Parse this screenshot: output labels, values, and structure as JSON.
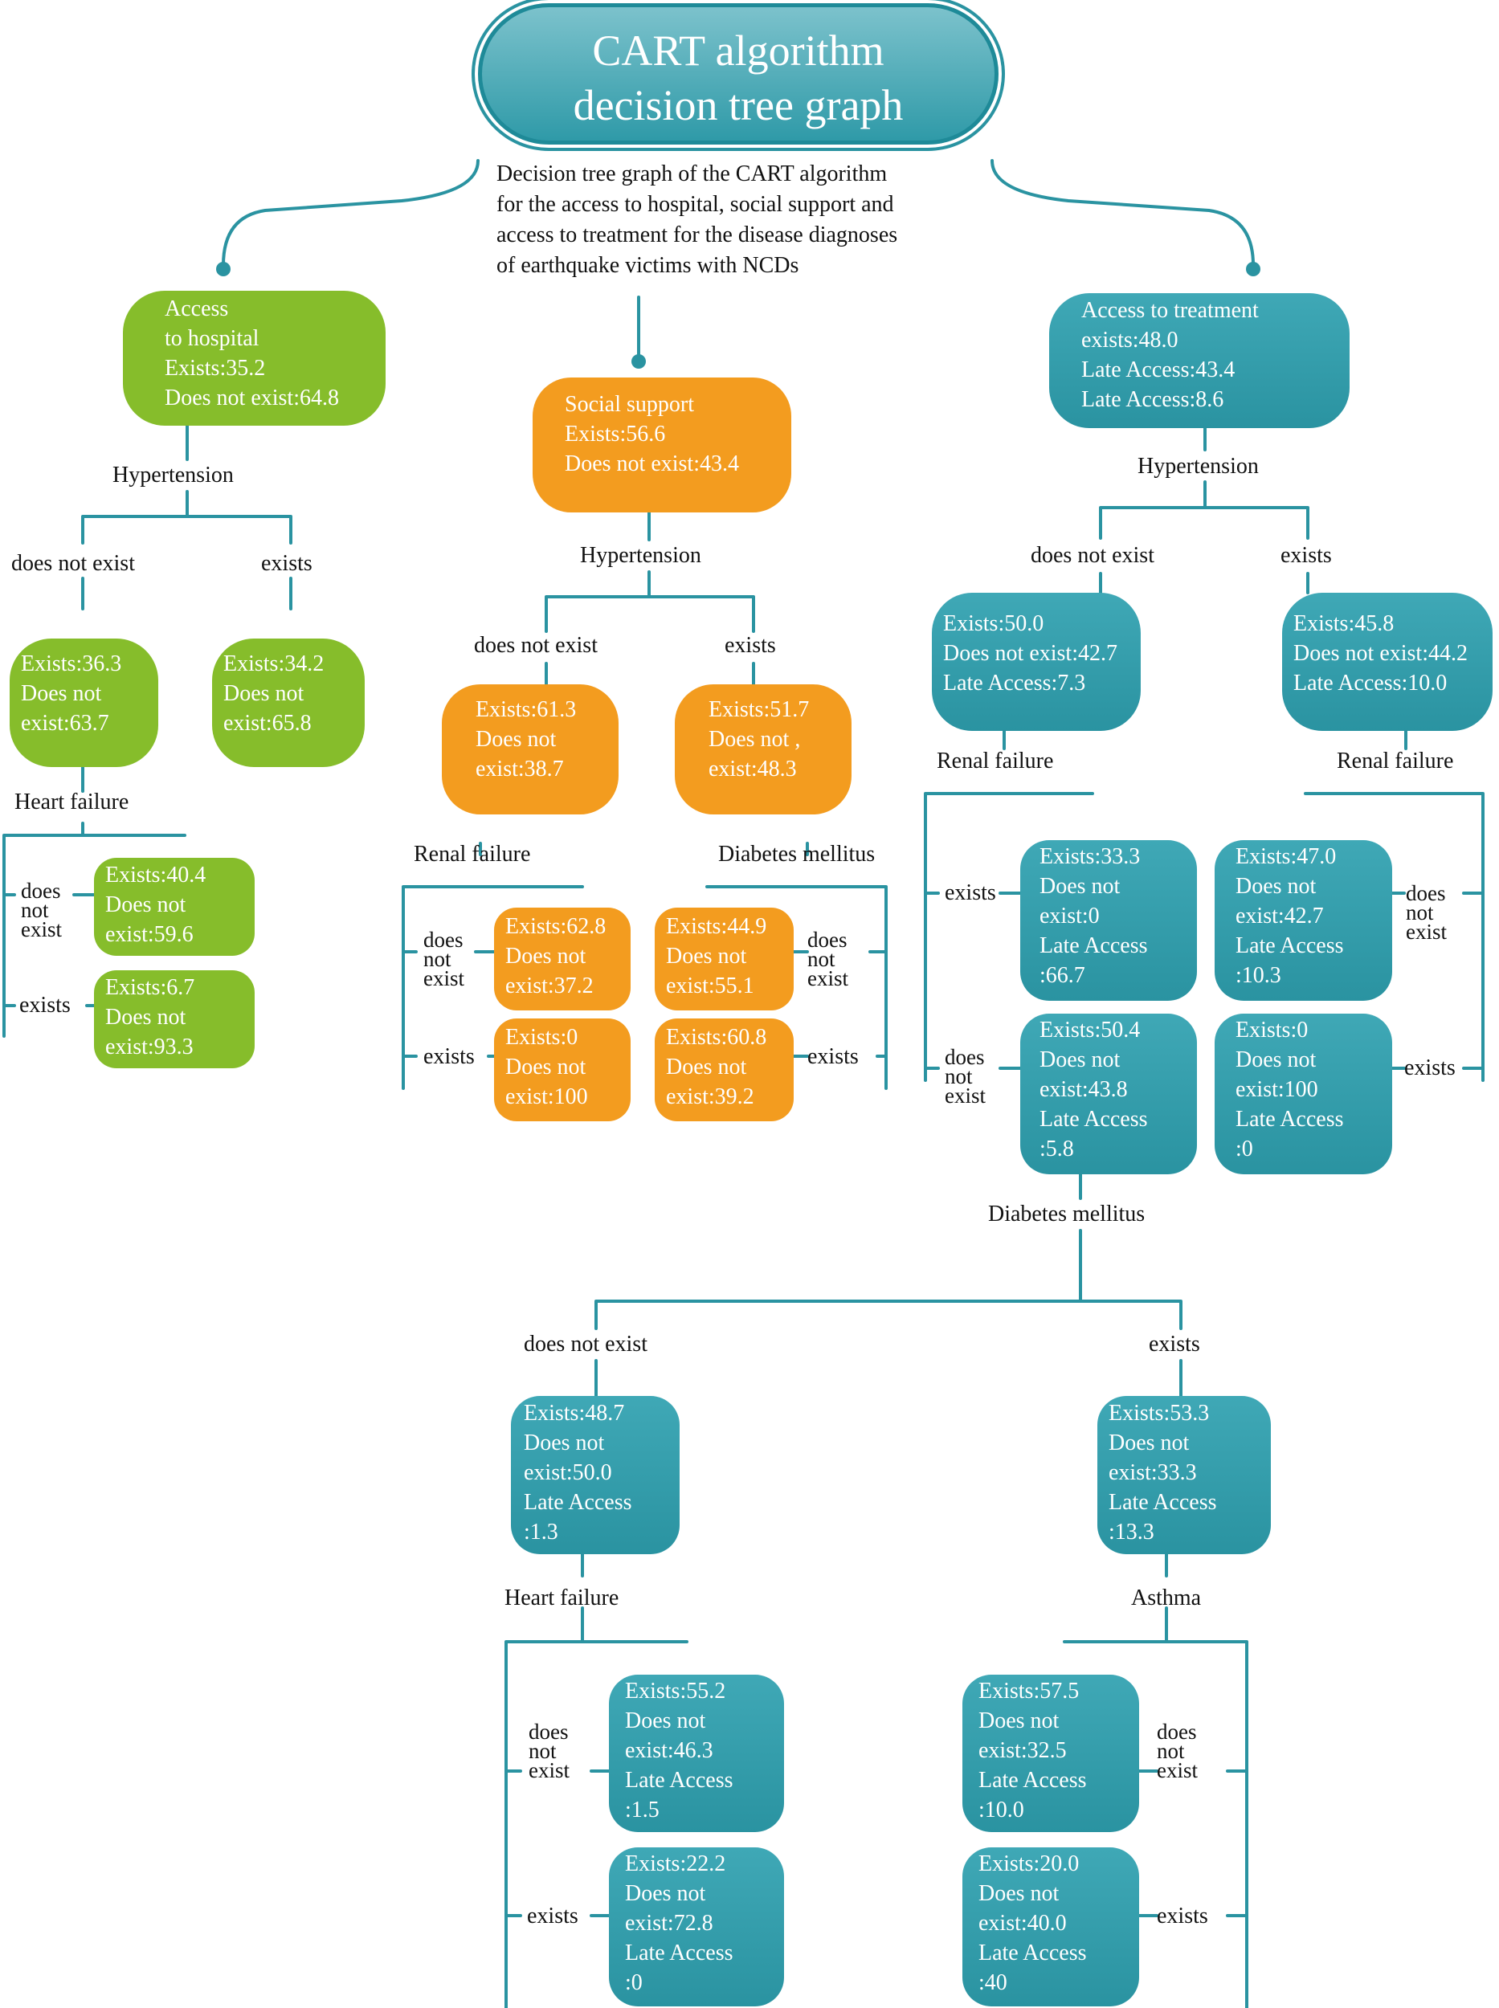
{
  "title": {
    "line1": "CART algorithm",
    "line2": "decision tree graph"
  },
  "description": [
    "Decision tree graph of the CART algorithm",
    "for the access to hospital, social support and",
    "access to treatment for the disease diagnoses",
    "of earthquake victims with NCDs"
  ],
  "colors": {
    "green": "#86bd2b",
    "orange": "#f39c1f",
    "teal": "#2a93a1",
    "line": "#2a93a1"
  },
  "hospital": {
    "root": [
      "Access",
      "to hospital",
      "Exists:35.2",
      "Does not exist:64.8"
    ],
    "split_label": "Hypertension",
    "branch_no": "does not exist",
    "branch_yes": "exists",
    "no_node": [
      "Exists:36.3",
      "Does not",
      "exist:63.7"
    ],
    "yes_node": [
      "Exists:34.2",
      "Does not",
      "exist:65.8"
    ],
    "sub_split_label": "Heart failure",
    "sub_branch_no": [
      "does",
      "not",
      "exist"
    ],
    "sub_branch_yes": "exists",
    "sub_no_node": [
      "Exists:40.4",
      "Does not",
      "exist:59.6"
    ],
    "sub_yes_node": [
      "Exists:6.7",
      "Does not",
      "exist:93.3"
    ]
  },
  "social": {
    "root": [
      "Social support",
      "Exists:56.6",
      "Does not exist:43.4"
    ],
    "split_label": "Hypertension",
    "branch_no": "does not exist",
    "branch_yes": "exists",
    "no_node": [
      "Exists:61.3",
      "Does not",
      "exist:38.7"
    ],
    "yes_node": [
      "Exists:51.7",
      "Does not ,",
      "exist:48.3"
    ],
    "left_split_label": "Renal failure",
    "left_branch_no": [
      "does",
      "not",
      "exist"
    ],
    "left_branch_yes": "exists",
    "left_no_node": [
      "Exists:62.8",
      "Does not",
      "exist:37.2"
    ],
    "left_yes_node": [
      "Exists:0",
      "Does not",
      "exist:100"
    ],
    "right_split_label": "Diabetes mellitus",
    "right_branch_no": [
      "does",
      "not",
      "exist"
    ],
    "right_branch_yes": "exists",
    "right_no_node": [
      "Exists:44.9",
      "Does not",
      "exist:55.1"
    ],
    "right_yes_node": [
      "Exists:60.8",
      "Does not",
      "exist:39.2"
    ]
  },
  "treatment": {
    "root": [
      "Access to treatment",
      "exists:48.0",
      "Late Access:43.4",
      "Late Access:8.6"
    ],
    "split_label": "Hypertension",
    "branch_no": "does not exist",
    "branch_yes": "exists",
    "no_node": [
      "Exists:50.0",
      "Does not exist:42.7",
      "Late Access:7.3"
    ],
    "yes_node": [
      "Exists:45.8",
      "Does not exist:44.2",
      "Late Access:10.0"
    ],
    "left_split_label": "Renal failure",
    "left_branch_yes": "exists",
    "left_branch_no": [
      "does",
      "not",
      "exist"
    ],
    "left_yes_node": [
      "Exists:33.3",
      "Does not",
      "exist:0",
      "Late Access",
      ":66.7"
    ],
    "left_no_node": [
      "Exists:50.4",
      "Does not",
      "exist:43.8",
      "Late Access",
      ":5.8"
    ],
    "right_split_label": "Renal failure",
    "right_branch_no": [
      "does",
      "not",
      "exist"
    ],
    "right_branch_yes": "exists",
    "right_no_node": [
      "Exists:47.0",
      "Does not",
      "exist:42.7",
      "Late Access",
      ":10.3"
    ],
    "right_yes_node": [
      "Exists:0",
      "Does not",
      "exist:100",
      "Late Access",
      ":0"
    ],
    "dm_split_label": "Diabetes mellitus",
    "dm_branch_no": "does not exist",
    "dm_branch_yes": "exists",
    "dm_no_node": [
      "Exists:48.7",
      "Does not",
      "exist:50.0",
      "Late Access",
      ":1.3"
    ],
    "dm_yes_node": [
      "Exists:53.3",
      "Does not",
      "exist:33.3",
      "Late Access",
      ":13.3"
    ],
    "hf_split_label": "Heart failure",
    "hf_branch_no": [
      "does",
      "not",
      "exist"
    ],
    "hf_branch_yes": "exists",
    "hf_no_node": [
      "Exists:55.2",
      "Does not",
      "exist:46.3",
      "Late Access",
      ":1.5"
    ],
    "hf_yes_node": [
      "Exists:22.2",
      "Does not",
      "exist:72.8",
      "Late Access",
      ":0"
    ],
    "asthma_split_label": "Asthma",
    "asthma_branch_no": [
      "does",
      "not",
      "exist"
    ],
    "asthma_branch_yes": "exists",
    "asthma_no_node": [
      "Exists:57.5",
      "Does not",
      "exist:32.5",
      "Late Access",
      ":10.0"
    ],
    "asthma_yes_node": [
      "Exists:20.0",
      "Does not",
      "exist:40.0",
      "Late Access",
      ":40"
    ]
  }
}
